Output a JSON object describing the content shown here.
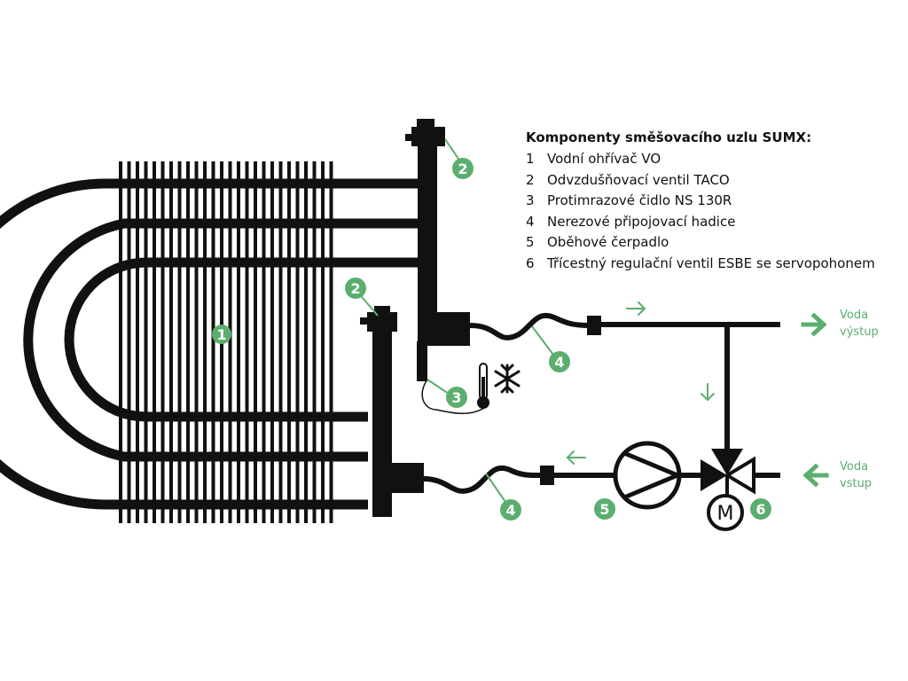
{
  "legend": {
    "title": "Komponenty směšovacího uzlu SUMX:",
    "items": [
      {
        "num": "1",
        "label": "Vodní ohřívač VO"
      },
      {
        "num": "2",
        "label": "Odvzdušňovací ventil TACO"
      },
      {
        "num": "3",
        "label": "Protimrazové čidlo NS 130R"
      },
      {
        "num": "4",
        "label": "Nerezové připojovací hadice"
      },
      {
        "num": "5",
        "label": "Oběhové čerpadlo"
      },
      {
        "num": "6",
        "label": "Třícestný regulační ventil ESBE se servopohonem"
      }
    ]
  },
  "flow": {
    "out_line1": "Voda",
    "out_line2": "výstup",
    "in_line1": "Voda",
    "in_line2": "vstup"
  },
  "badges": {
    "heater": "1",
    "vent_top": "2",
    "vent_bottom": "2",
    "sensor": "3",
    "hose_top": "4",
    "hose_bottom": "4",
    "pump": "5",
    "valve": "6"
  },
  "motor_symbol": "M",
  "colors": {
    "accent": "#5cae6e",
    "ink": "#111111",
    "background": "#ffffff"
  }
}
